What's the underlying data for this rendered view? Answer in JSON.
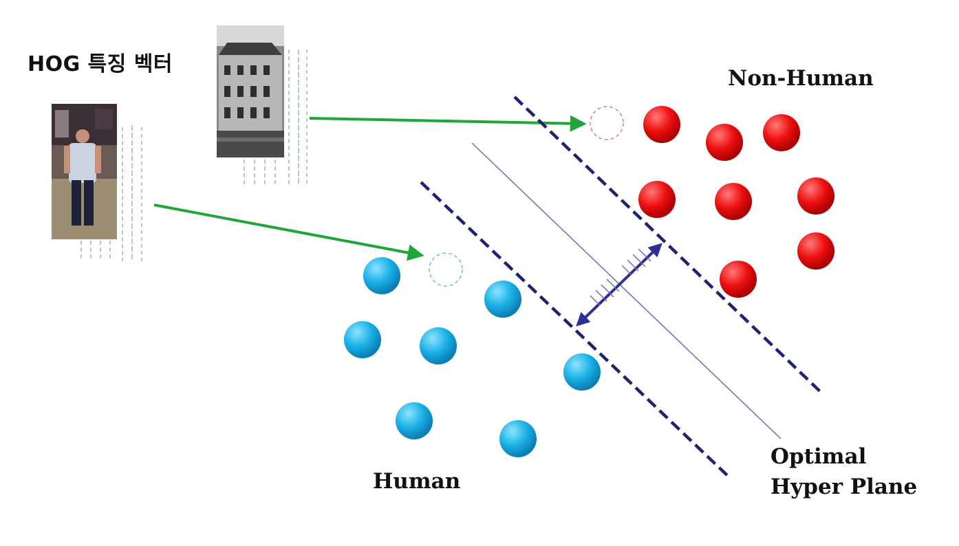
{
  "labels": {
    "hog_feature_vector": "HOG 특징 벡터",
    "non_human": "Non-Human",
    "human": "Human",
    "optimal": "Optimal",
    "hyper_plane": "Hyper Plane"
  },
  "colors": {
    "human_class": "#1aa7dd",
    "non_human_class": "#e20d0d",
    "margin_lines": "#1f2270",
    "arrows": "#1ea63a",
    "margin_arrow": "#2c2f94"
  },
  "icons": {
    "human_sample": "photo-pedestrian",
    "non_human_sample": "photo-building"
  }
}
